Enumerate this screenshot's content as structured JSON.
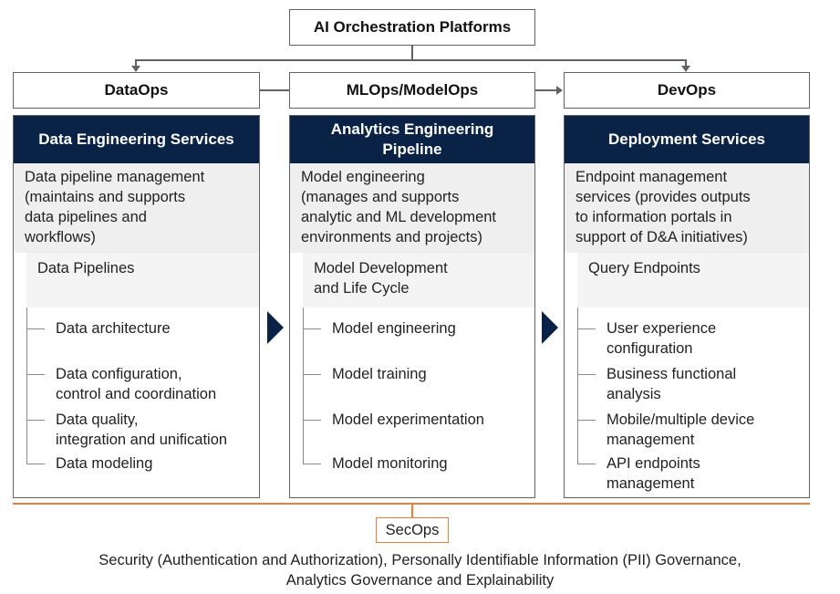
{
  "top": {
    "title": "AI Orchestration Platforms"
  },
  "ops": {
    "dataops": "DataOps",
    "mlops": "MLOps/ModelOps",
    "devops": "DevOps"
  },
  "columns": [
    {
      "header": "Data Engineering Services",
      "desc": [
        "Data pipeline management",
        "(maintains and supports",
        "data pipelines and",
        "workflows)"
      ],
      "sub_title": [
        "Data Pipelines"
      ],
      "items": [
        [
          "Data architecture"
        ],
        [
          "Data configuration,",
          "control and coordination"
        ],
        [
          "Data quality,",
          "integration and unification"
        ],
        [
          "Data modeling"
        ]
      ]
    },
    {
      "header": [
        "Analytics Engineering",
        "Pipeline"
      ],
      "desc": [
        "Model engineering",
        "(manages and supports",
        "analytic and ML development",
        "environments and projects)"
      ],
      "sub_title": [
        "Model Development",
        "and Life Cycle"
      ],
      "items": [
        [
          "Model engineering"
        ],
        [
          "Model training"
        ],
        [
          "Model experimentation"
        ],
        [
          "Model monitoring"
        ]
      ]
    },
    {
      "header": "Deployment Services",
      "desc": [
        "Endpoint management",
        "services (provides outputs",
        "to information portals in",
        "support of D&A initiatives)"
      ],
      "sub_title": [
        "Query Endpoints"
      ],
      "items": [
        [
          "User experience",
          "configuration"
        ],
        [
          "Business functional",
          "analysis"
        ],
        [
          "Mobile/multiple device",
          "management"
        ],
        [
          "API endpoints",
          "management"
        ]
      ]
    }
  ],
  "secops": {
    "label": "SecOps",
    "text": [
      "Security (Authentication and Authorization), Personally Identifiable Information (PII) Governance,",
      "Analytics Governance and Explainability"
    ]
  },
  "colors": {
    "header_navy": "#0b2247",
    "secops_orange": "#ef7d3a",
    "desc_gray": "#efefef",
    "border_gray": "#5f6368"
  }
}
